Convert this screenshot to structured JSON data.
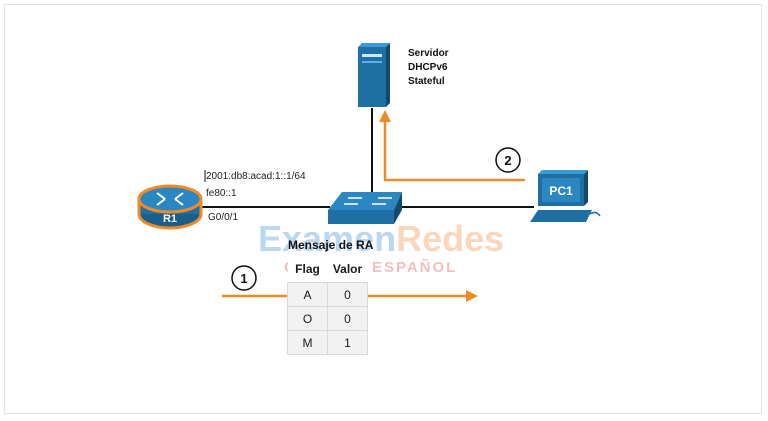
{
  "router": {
    "name": "R1",
    "ipv6_global": "2001:db8:acad:1::1/64",
    "link_local": "fe80::1",
    "interface": "G0/0/1"
  },
  "server": {
    "label_lines": [
      "Servidor",
      "DHCPv6",
      "Stateful"
    ]
  },
  "pc": {
    "name": "PC1"
  },
  "steps": {
    "step1": "1",
    "step2": "2"
  },
  "ra_message": {
    "title": "Mensaje de RA",
    "columns": [
      "Flag",
      "Valor"
    ],
    "rows": [
      [
        "A",
        "0"
      ],
      [
        "O",
        "0"
      ],
      [
        "M",
        "1"
      ]
    ]
  },
  "watermark": {
    "part1": "Examen",
    "part2": "Redes",
    "sub": "CCNA EN ESPAÑOL"
  },
  "colors": {
    "device_blue": "#1e6fa3",
    "router_outline": "#f08a24",
    "arrow_orange": "#f08a24",
    "link_black": "#111111"
  }
}
